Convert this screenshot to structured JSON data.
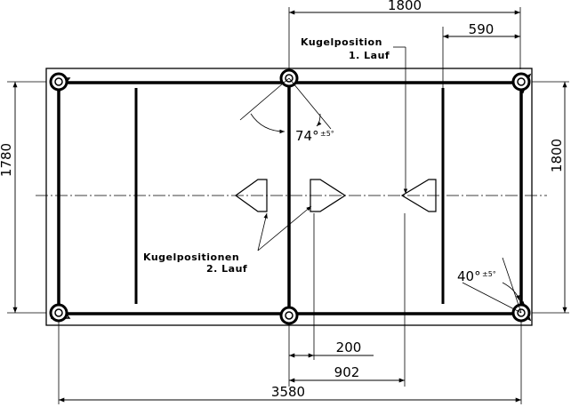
{
  "dimensions": {
    "top_width": "1800",
    "top_right": "590",
    "left_height": "1780",
    "right_height": "1800",
    "bottom_offset_a": "200",
    "bottom_offset_b": "902",
    "bottom_total": "3580"
  },
  "annotations": {
    "ball_position_run1_line1": "Kugelposition",
    "ball_position_run1_line2": "1. Lauf",
    "ball_positions_run2_line1": "Kugelpositionen",
    "ball_positions_run2_line2": "2. Lauf",
    "angle_top": "74°",
    "angle_top_tol": "±5°",
    "angle_right": "40°",
    "angle_right_tol": "±5°"
  }
}
